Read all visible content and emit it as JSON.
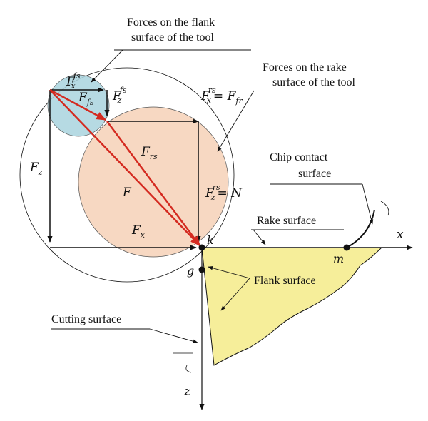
{
  "labels": {
    "flank_forces_line1": "Forces on the flank",
    "flank_forces_line2": "surface of the tool",
    "rake_forces_line1": "Forces on the rake",
    "rake_forces_line2": "surface of the tool",
    "chip_contact_line1": "Chip contact",
    "chip_contact_line2": "surface",
    "rake_surface": "Rake surface",
    "flank_surface": "Flank surface",
    "cutting_surface": "Cutting surface"
  },
  "symbols": {
    "F": "F",
    "Fx_fs_base": "F",
    "Fx_fs_sub": "x",
    "Fx_fs_sup": "fs",
    "Ffs_base": "F",
    "Ffs_sub": "fs",
    "Fz_fs_base": "F",
    "Fz_fs_sub": "z",
    "Fz_fs_sup": "fs",
    "Fx_rs_base": "F",
    "Fx_rs_sub": "x",
    "Fx_rs_sup": "rs",
    "eq1": "= F",
    "Ffr_sub": "fr",
    "Frs_base": "F",
    "Frs_sub": "rs",
    "Fz_base": "F",
    "Fz_sub": "z",
    "Fz_rs_base": "F",
    "Fz_rs_sub": "z",
    "Fz_rs_sup": "rs",
    "eq2": "= N",
    "Fx_base": "F",
    "Fx_sub": "x",
    "k": "k",
    "g": "g",
    "m": "m",
    "x_axis": "x",
    "z_axis": "z"
  },
  "colors": {
    "flank_circle": "#a9d4de",
    "rake_circle": "#f6d4bb",
    "tool_fill": "#f6ee9a",
    "force_red": "#d42a20",
    "line": "#111111"
  }
}
